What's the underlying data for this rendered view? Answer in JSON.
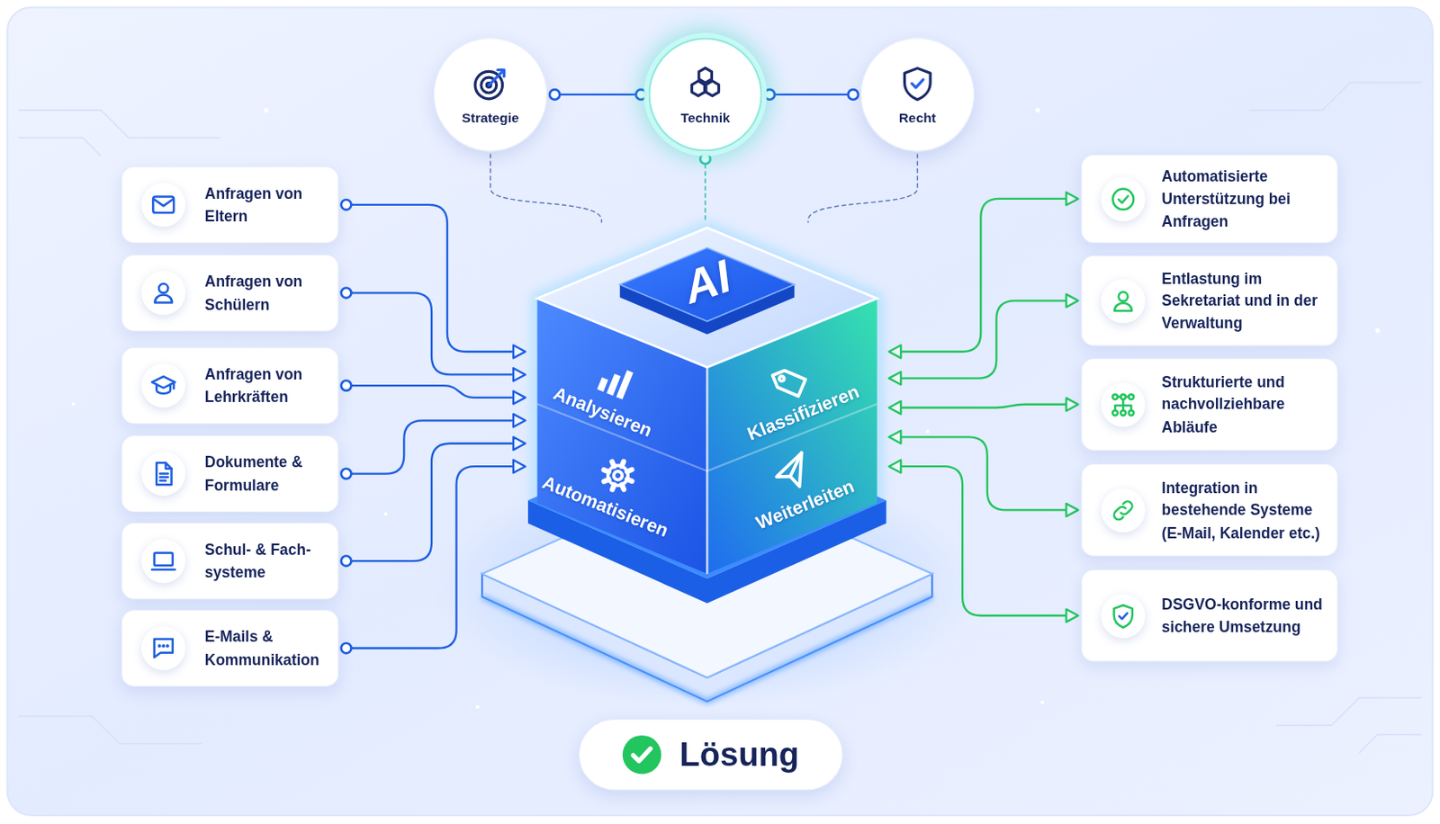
{
  "diagram": {
    "nodes": [
      {
        "text": [
          "Strategie"
        ]
      },
      {
        "text": [
          "Technik"
        ]
      },
      {
        "text": [
          "Recht"
        ]
      },
      {
        "text": [
          "Anfragen von Eltern"
        ]
      },
      {
        "text": [
          "Anfragen von Schülern"
        ]
      },
      {
        "text": [
          "Anfragen von Lehrkräften"
        ]
      },
      {
        "text": [
          "Dokumente & Formulare"
        ]
      },
      {
        "text": [
          "Schul- & Fach- systeme"
        ]
      },
      {
        "text": [
          "E-Mails & Kommunikation"
        ]
      },
      {
        "text": [
          "AI"
        ]
      },
      {
        "text": [
          "Analysieren"
        ],
        "in": 9
      },
      {
        "text": [
          "Klassifizieren"
        ],
        "in": 9
      },
      {
        "text": [
          "Automatisieren"
        ],
        "in": 9
      },
      {
        "text": [
          "Weiterleiten"
        ],
        "in": 9
      },
      {
        "text": [
          "Automatisierte Unterstützung bei Anfragen"
        ]
      },
      {
        "text": [
          "Entlastung im Sekretariat und in der Verwaltung"
        ]
      },
      {
        "text": [
          "Strukturierte und nachvollziehbare Abläufe"
        ]
      },
      {
        "text": [
          "Integration in bestehende Systeme (E-Mail, Kalender etc.)"
        ]
      },
      {
        "text": [
          "DSGVO-konforme und sichere Umsetzung"
        ]
      },
      {
        "text": [
          "Lösung"
        ]
      }
    ],
    "edges": [
      {
        "from": 0,
        "to": 1,
        "arrow": "none"
      },
      {
        "from": 1,
        "to": 2,
        "arrow": "none"
      },
      {
        "from": 0,
        "to": 9,
        "arrow": "none"
      },
      {
        "from": 1,
        "to": 9,
        "arrow": "none"
      },
      {
        "from": 2,
        "to": 9,
        "arrow": "none"
      },
      {
        "from": 3,
        "to": 9,
        "arrow": "to"
      },
      {
        "from": 4,
        "to": 9,
        "arrow": "to"
      },
      {
        "from": 5,
        "to": 9,
        "arrow": "to"
      },
      {
        "from": 6,
        "to": 9,
        "arrow": "to"
      },
      {
        "from": 7,
        "to": 9,
        "arrow": "to"
      },
      {
        "from": 8,
        "to": 9,
        "arrow": "to"
      },
      {
        "from": 9,
        "to": 14,
        "arrow": "both"
      },
      {
        "from": 9,
        "to": 15,
        "arrow": "both"
      },
      {
        "from": 9,
        "to": 16,
        "arrow": "both"
      },
      {
        "from": 9,
        "to": 17,
        "arrow": "both"
      },
      {
        "from": 9,
        "to": 18,
        "arrow": "both"
      }
    ]
  }
}
